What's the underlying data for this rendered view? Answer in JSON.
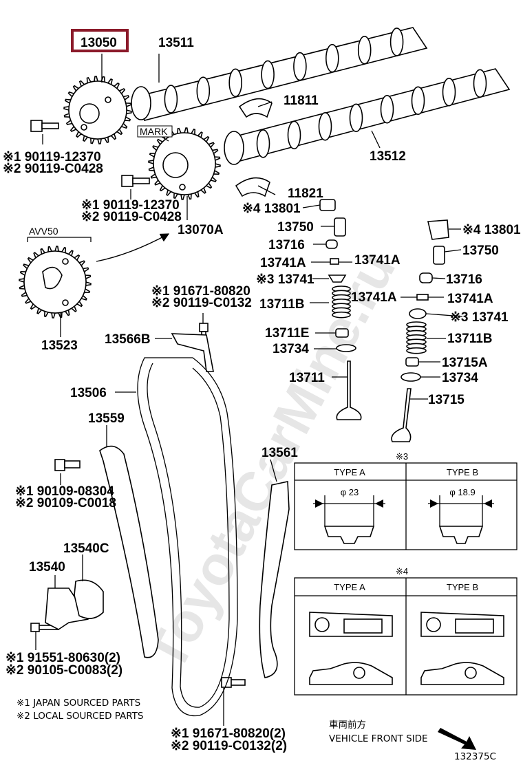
{
  "watermark": "ToyotaCarMine.ru",
  "highlight": "13050",
  "labels": {
    "p13050": "13050",
    "p13511": "13511",
    "p11811": "11811",
    "p13512": "13512",
    "p11821": "11821",
    "p13801a": "※4 13801",
    "p13750a": "13750",
    "p13716a": "13716",
    "p13741Aa": "13741A",
    "p13741Ab": "13741A",
    "p13741a": "※3 13741",
    "p13711B_a": "13711B",
    "p13711E": "13711E",
    "p13734a": "13734",
    "p13711": "13711",
    "p13801b": "※4 13801",
    "p13750b": "13750",
    "p13716b": "13716",
    "p13741Ac": "13741A",
    "p13741Ad": "13741A",
    "p13741b": "※3 13741",
    "p13711B_b": "13711B",
    "p13715A": "13715A",
    "p13734b": "13734",
    "p13715": "13715",
    "p13070A": "13070A",
    "mark": "MARK",
    "avv50": "AVV50",
    "p13523": "13523",
    "p13566B": "13566B",
    "p13506": "13506",
    "p13559": "13559",
    "p13561": "13561",
    "p13540C": "13540C",
    "p13540": "13540",
    "bolt1a": "※1 90119-12370",
    "bolt1b": "※2 90119-C0428",
    "bolt2a": "※1 90119-12370",
    "bolt2b": "※2 90119-C0428",
    "bolt3a": "※1 91671-80820",
    "bolt3b": "※2 90119-C0132",
    "bolt4a": "※1 90109-08304",
    "bolt4b": "※2 90109-C0018",
    "bolt5a": "※1 91551-80630(2)",
    "bolt5b": "※2 90105-C0083(2)",
    "bolt6a": "※1 91671-80820(2)",
    "bolt6b": "※2 90119-C0132(2)"
  },
  "table3": {
    "mark": "※3",
    "type_a": "TYPE A",
    "type_b": "TYPE B",
    "dim_a": "φ 23",
    "dim_b": "φ 18.9"
  },
  "table4": {
    "mark": "※4",
    "type_a": "TYPE A",
    "type_b": "TYPE B"
  },
  "notes": {
    "n1": "※1 JAPAN SOURCED PARTS",
    "n2": "※2 LOCAL SOURCED PARTS",
    "front_jp": "車両前方",
    "front_en": "VEHICLE FRONT SIDE",
    "code": "132375C"
  }
}
